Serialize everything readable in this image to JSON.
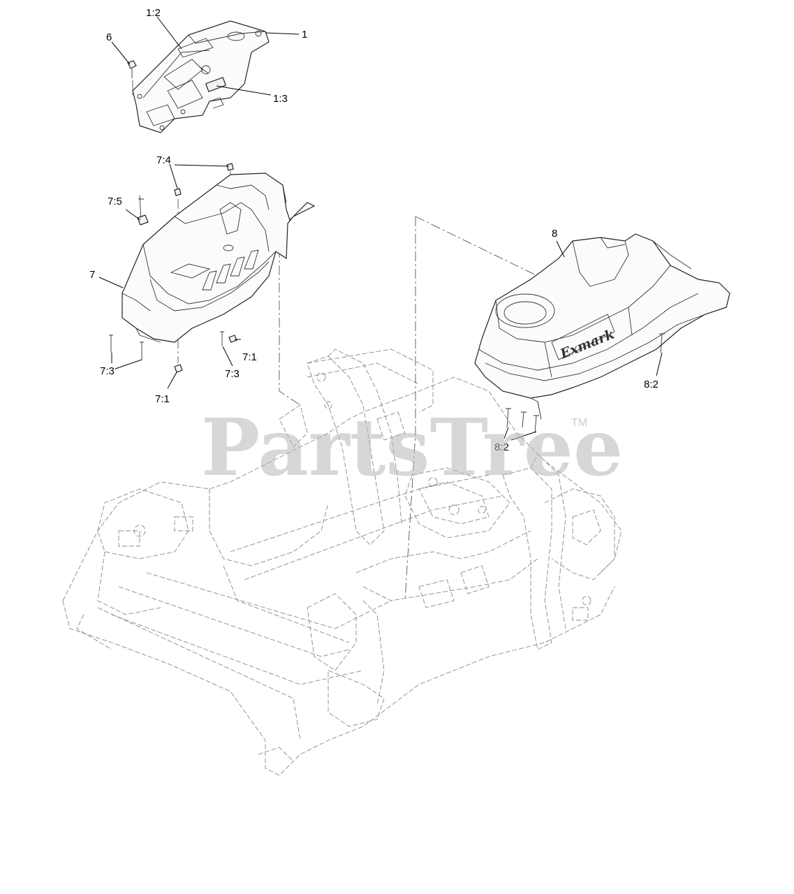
{
  "watermark": {
    "text": "PartsTree",
    "trademark": "TM"
  },
  "brand_logo": "Exmark",
  "callouts": [
    {
      "id": "c-1",
      "text": "1"
    },
    {
      "id": "c-1-2",
      "text": "1:2"
    },
    {
      "id": "c-1-3",
      "text": "1:3"
    },
    {
      "id": "c-6",
      "text": "6"
    },
    {
      "id": "c-7",
      "text": "7"
    },
    {
      "id": "c-7-1a",
      "text": "7:1"
    },
    {
      "id": "c-7-1b",
      "text": "7:1"
    },
    {
      "id": "c-7-3a",
      "text": "7:3"
    },
    {
      "id": "c-7-3b",
      "text": "7:3"
    },
    {
      "id": "c-7-4",
      "text": "7:4"
    },
    {
      "id": "c-7-5",
      "text": "7:5"
    },
    {
      "id": "c-8",
      "text": "8"
    },
    {
      "id": "c-8-2a",
      "text": "8:2"
    },
    {
      "id": "c-8-2b",
      "text": "8:2"
    }
  ]
}
